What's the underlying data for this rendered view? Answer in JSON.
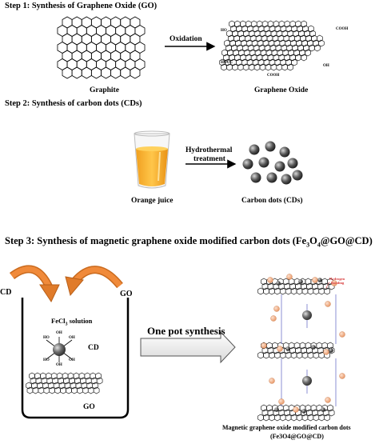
{
  "step1": {
    "title": "Step 1: Synthesis of Graphene Oxide (GO)",
    "arrow_label": "Oxidation",
    "left_label": "Graphite",
    "right_label": "Graphene Oxide"
  },
  "step2": {
    "title": "Step 2: Synthesis of carbon dots (CDs)",
    "arrow_label_line1": "Hydrothermal",
    "arrow_label_line2": "treatment",
    "left_label": "Orange juice",
    "right_label": "Carbon dots (CDs)"
  },
  "step3": {
    "title_prefix": "Step 3: Synthesis of magnetic graphene oxide modified carbon dots (Fe",
    "title_sub1": "3",
    "title_mid": "O",
    "title_sub2": "4",
    "title_suffix": "@GO@CD)",
    "cd_label": "CD",
    "go_label": "GO",
    "beaker_solution": "FeCl",
    "beaker_solution_sub": "3",
    "beaker_solution_suffix": " solution",
    "beaker_cd": "CD",
    "beaker_go": "GO",
    "arrow_label": "One pot synthesis",
    "product_line1": "Magnetic graphene oxide modified carbon dots",
    "product_line2": "(Fe3O4@GO@CD)",
    "hydrogen_bonding_1": "Hydrogen",
    "hydrogen_bonding_2": "Bonding"
  },
  "labels": {
    "oh": "OH",
    "ho": "HO",
    "cooh": "COOH",
    "hooc": "HOOC",
    "o": "O"
  },
  "colors": {
    "curved_arrow": "#e07b2a",
    "juice": "#f5a623",
    "carbon_dot": "#555555",
    "iron_center": "#6b6b6b",
    "linker_node": "#f2b48f",
    "hbond": "#d83a3a",
    "link_line": "#6f74c9"
  }
}
